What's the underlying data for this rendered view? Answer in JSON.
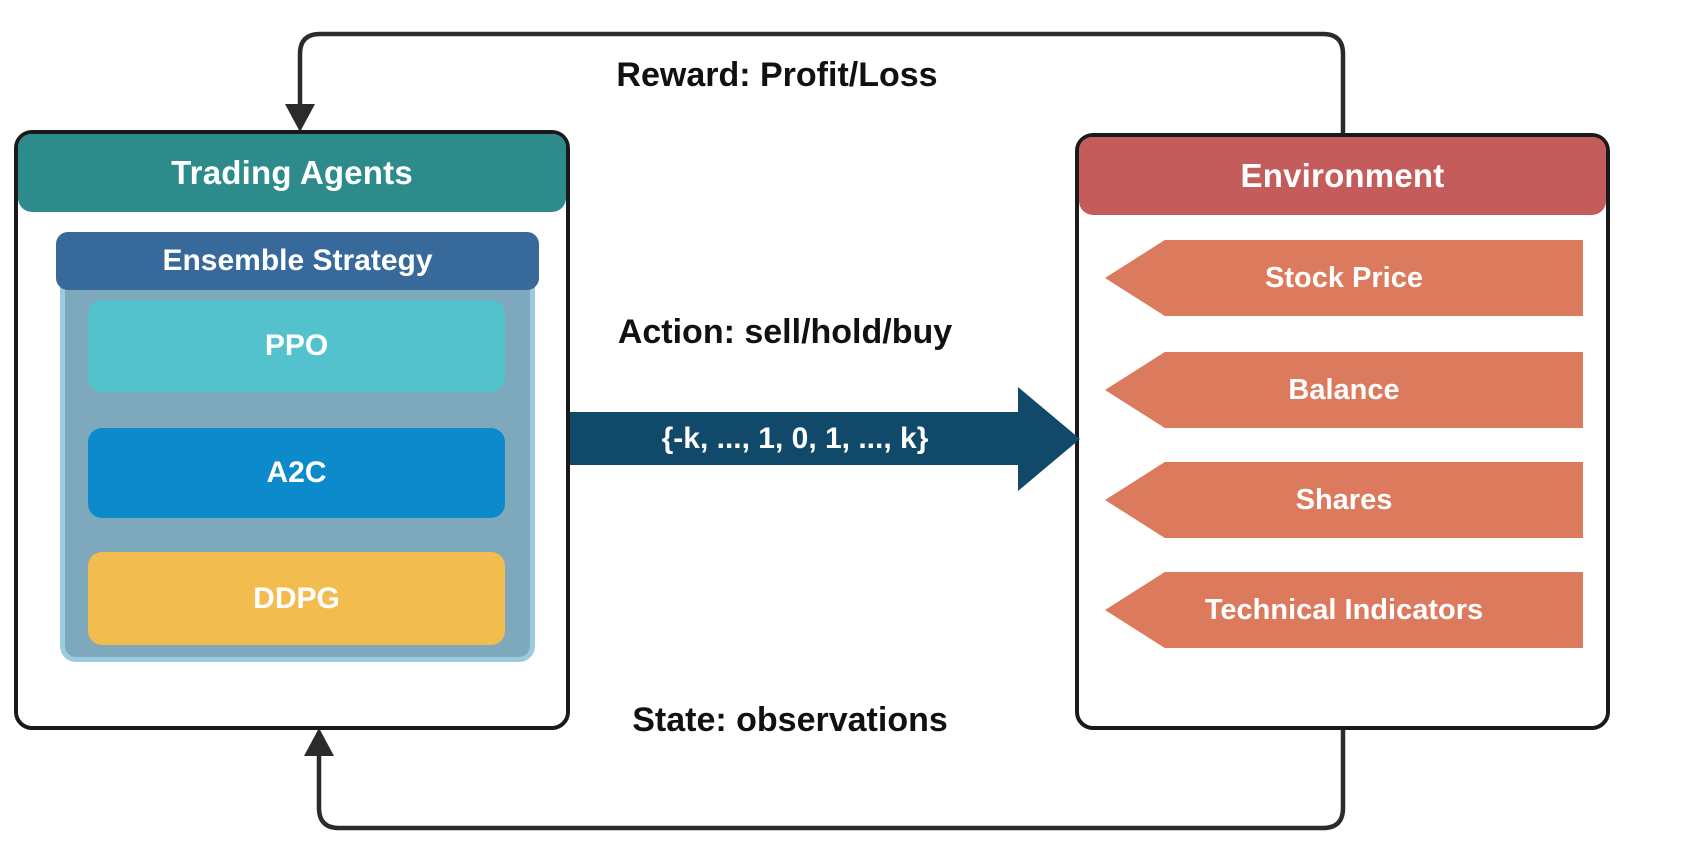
{
  "diagram": {
    "agents_box": {
      "title": "Trading Agents",
      "header_color": "#2e8b8b",
      "ensemble": {
        "title": "Ensemble Strategy",
        "header_color": "#38699b",
        "panel_color": "#7ea9bd",
        "panel_border_color": "#9ccbe0",
        "algorithms": [
          {
            "label": "PPO",
            "color": "#54c2cd"
          },
          {
            "label": "A2C",
            "color": "#0d8acb"
          },
          {
            "label": "DDPG",
            "color": "#f2bc4e"
          }
        ]
      }
    },
    "environment_box": {
      "title": "Environment",
      "header_color": "#c45c5c",
      "item_color": "#db7a5c",
      "items": [
        {
          "label": "Stock Price"
        },
        {
          "label": "Balance"
        },
        {
          "label": "Shares"
        },
        {
          "label": "Technical Indicators"
        }
      ]
    },
    "flows": {
      "reward_label": "Reward: Profit/Loss",
      "action_label": "Action: sell/hold/buy",
      "action_set_label": "{-k, ..., 1, 0, 1, ..., k}",
      "action_arrow_color": "#11496b",
      "state_label": "State: observations",
      "loop_line_color": "#2b2b2b"
    }
  }
}
